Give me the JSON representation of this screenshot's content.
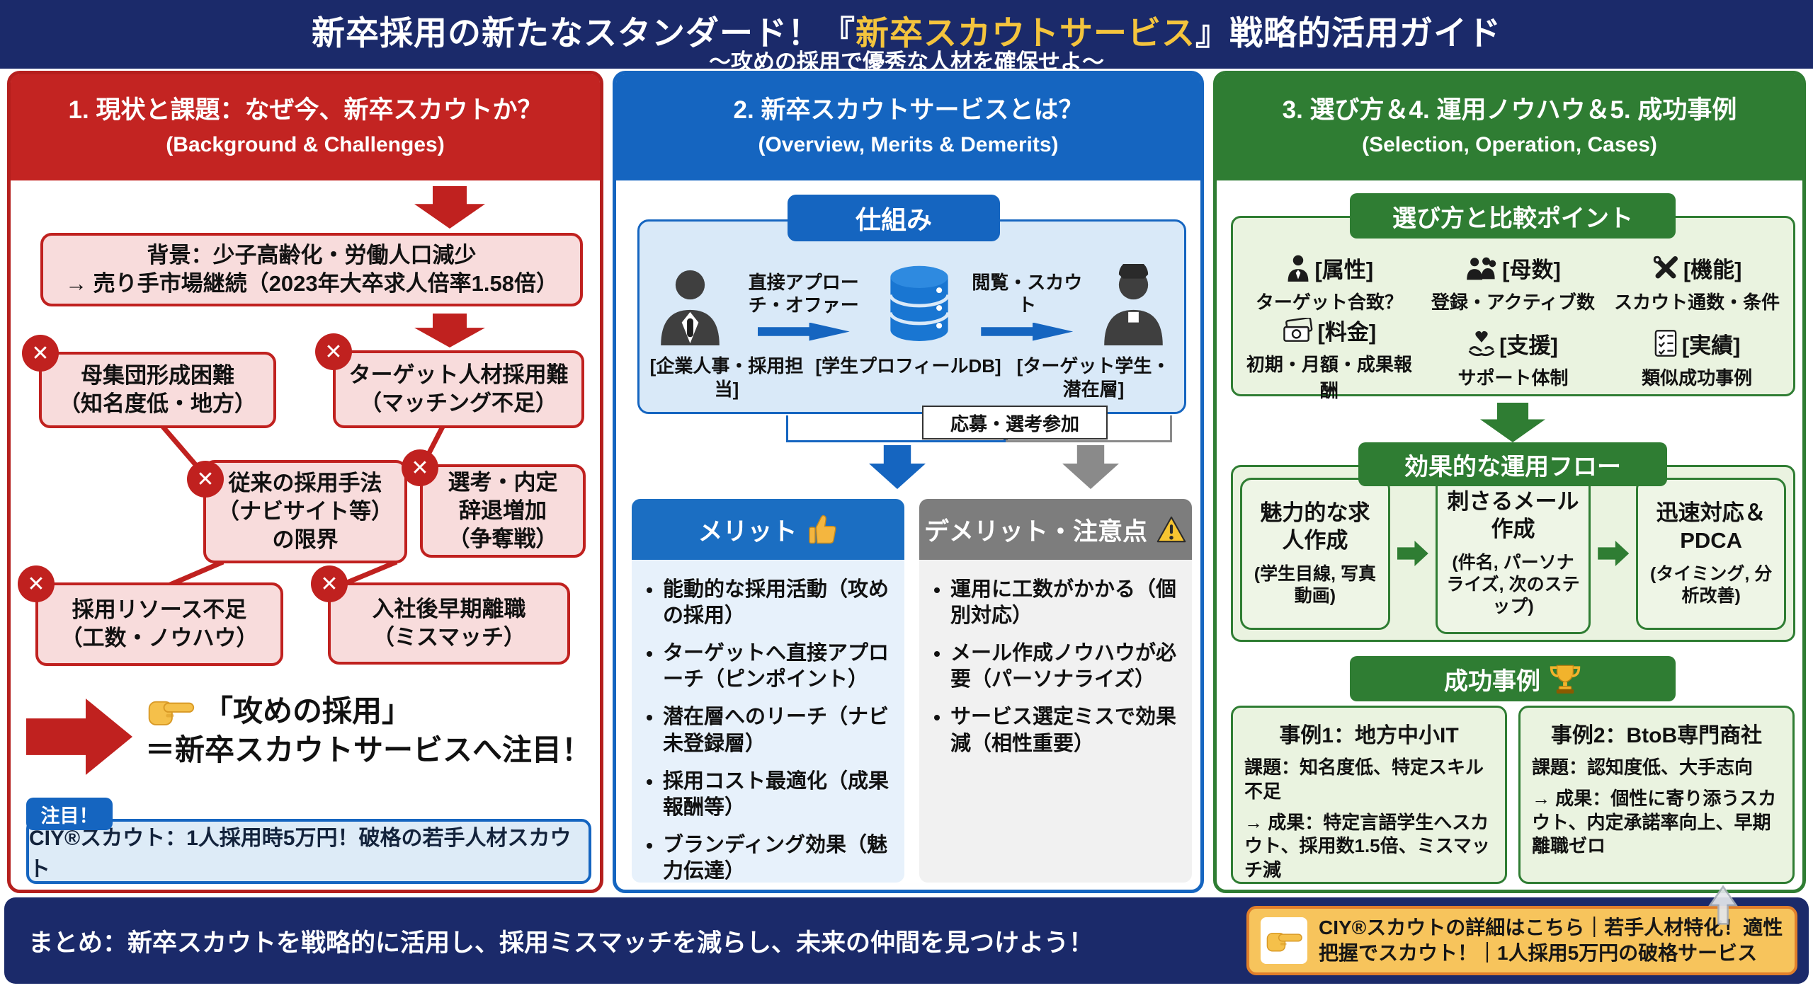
{
  "header": {
    "title_pre": "新卒採用の新たなスタンダード！『",
    "title_highlight": "新卒スカウトサービス",
    "title_post": "』戦略的活用ガイド",
    "subtitle": "～攻めの採用で優秀な人材を確保せよ～"
  },
  "col1": {
    "title": "1. 現状と課題：なぜ今、新卒スカウトか？",
    "subtitle_en": "(Background & Challenges)",
    "background_box": {
      "line1": "背景：少子高齢化・労働人口減少",
      "line2": "→ 売り手市場継続（2023年大卒求人倍率1.58倍）"
    },
    "problems": [
      {
        "l1": "母集団形成困難",
        "l2": "（知名度低・地方）"
      },
      {
        "l1": "ターゲット人材採用難",
        "l2": "（マッチング不足）"
      },
      {
        "l1": "従来の採用手法",
        "l2": "（ナビサイト等）",
        "l3": "の限界"
      },
      {
        "l1": "選考・内定",
        "l2": "辞退増加",
        "l3": "（争奪戦）"
      },
      {
        "l1": "採用リソース不足",
        "l2": "（工数・ノウハウ）"
      },
      {
        "l1": "入社後早期離職",
        "l2": "（ミスマッチ）"
      }
    ],
    "conclusion": {
      "line1": "「攻めの採用」",
      "line2": "＝新卒スカウトサービスへ注目！"
    },
    "attention": {
      "tab": "注目！",
      "text": "CIY®スカウト：1人採用時5万円！破格の若手人材スカウト"
    }
  },
  "col2": {
    "title": "2. 新卒スカウトサービスとは？",
    "subtitle_en": "(Overview, Merits & Demerits)",
    "scheme": {
      "label": "仕組み",
      "arrow1_label": "直接アプローチ・オファー",
      "arrow2_label": "閲覧・スカウト",
      "actor_left": "[企業人事・採用担当]",
      "actor_center": "[学生プロフィールDB]",
      "actor_right": "[ターゲット学生・潜在層]",
      "apply_label": "応募・選考参加"
    },
    "merits": {
      "title": "メリット",
      "items": [
        "能動的な採用活動（攻めの採用）",
        "ターゲットへ直接アプローチ（ピンポイント）",
        "潜在層へのリーチ（ナビ未登録層）",
        "採用コスト最適化（成果報酬等）",
        "ブランディング効果（魅力伝達）"
      ]
    },
    "demerits": {
      "title": "デメリット・注意点",
      "items": [
        "運用に工数がかかる（個別対応）",
        "メール作成ノウハウが必要（パーソナライズ）",
        "サービス選定ミスで効果減（相性重要）"
      ]
    }
  },
  "col3": {
    "title": "3. 選び方＆4. 運用ノウハウ＆5. 成功事例",
    "subtitle_en": "(Selection, Operation, Cases)",
    "selection": {
      "label": "選び方と比較ポイント",
      "items": [
        {
          "icon": "person-icon",
          "tag": "[属性]",
          "desc": "ターゲット合致？"
        },
        {
          "icon": "people-icon",
          "tag": "[母数]",
          "desc": "登録・アクティブ数"
        },
        {
          "icon": "tools-icon",
          "tag": "[機能]",
          "desc": "スカウト通数・条件"
        },
        {
          "icon": "money-icon",
          "tag": "[料金]",
          "desc": "初期・月額・成果報酬"
        },
        {
          "icon": "support-icon",
          "tag": "[支援]",
          "desc": "サポート体制"
        },
        {
          "icon": "checklist-icon",
          "tag": "[実績]",
          "desc": "類似成功事例"
        }
      ]
    },
    "flow": {
      "label": "効果的な運用フロー",
      "steps": [
        {
          "title": "魅力的な求人作成",
          "sub": "(学生目線, 写真動画)"
        },
        {
          "title": "刺さるメール作成",
          "sub": "(件名, パーソナライズ, 次のステップ)"
        },
        {
          "title": "迅速対応＆PDCA",
          "sub": "(タイミング, 分析改善)"
        }
      ]
    },
    "cases": {
      "label": "成功事例",
      "items": [
        {
          "title": "事例1：地方中小IT",
          "problem": "課題：知名度低、特定スキル不足",
          "result": "→ 成果：特定言語学生へスカウト、採用数1.5倍、ミスマッチ減"
        },
        {
          "title": "事例2：BtoB専門商社",
          "problem": "課題：認知度低、大手志向",
          "result": "→ 成果：個性に寄り添うスカウト、内定承諾率向上、早期離職ゼロ"
        }
      ]
    }
  },
  "footer": {
    "summary": "まとめ：新卒スカウトを戦略的に活用し、採用ミスマッチを減らし、未来の仲間を見つけよう！",
    "cta": {
      "text": "CIY®スカウトの詳細はこちら｜若手人材特化！適性把握でスカウト！｜1人採用5万円の破格サービス"
    }
  },
  "icons": {
    "x": "✕"
  },
  "colors": {
    "navy": "#1b2a6a",
    "red": "#c0211f",
    "blue": "#1565c0",
    "green": "#2f7d33",
    "gold": "#f7c45c",
    "title_highlight": "#f4c43d"
  }
}
